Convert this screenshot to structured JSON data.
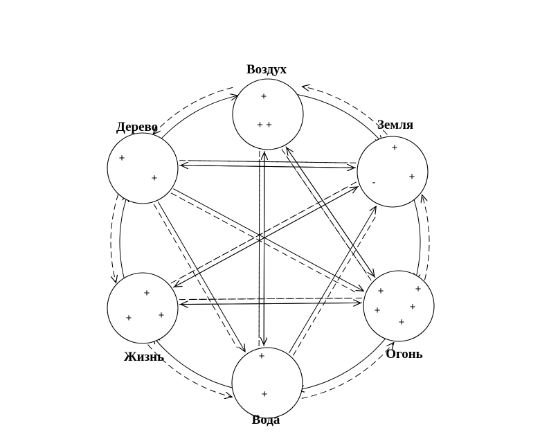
{
  "diagram": {
    "nodes": [
      {
        "id": "vozdukh",
        "label": "Воздух",
        "signs": [
          "+",
          "+ +"
        ]
      },
      {
        "id": "zemlya",
        "label": "Земля",
        "signs": [
          "+",
          "-",
          "+"
        ]
      },
      {
        "id": "ogon",
        "label": "Огонь",
        "signs": [
          "+",
          "+",
          "+",
          "+",
          "+"
        ]
      },
      {
        "id": "voda",
        "label": "Вода",
        "signs": [
          "+",
          "+"
        ]
      },
      {
        "id": "zhizn",
        "label": "Жизнь",
        "signs": [
          "+",
          "+",
          "+"
        ]
      },
      {
        "id": "derevo",
        "label": "Дерево",
        "signs": [
          "+",
          "+"
        ]
      }
    ],
    "cycle_solid": [
      "vozdukh",
      "zemlya",
      "ogon",
      "voda",
      "zhizn",
      "derevo"
    ],
    "cycle_dashed": [
      "vozdukh",
      "derevo",
      "zhizn",
      "voda",
      "ogon",
      "zemlya"
    ],
    "chords": [
      {
        "from": "vozdukh",
        "to": "voda"
      },
      {
        "from": "voda",
        "to": "vozdukh"
      },
      {
        "from": "vozdukh",
        "to": "ogon"
      },
      {
        "from": "ogon",
        "to": "vozdukh"
      },
      {
        "from": "zemlya",
        "to": "derevo"
      },
      {
        "from": "derevo",
        "to": "zemlya"
      },
      {
        "from": "zemlya",
        "to": "zhizn"
      },
      {
        "from": "zhizn",
        "to": "zemlya"
      },
      {
        "from": "ogon",
        "to": "zhizn"
      },
      {
        "from": "zhizn",
        "to": "ogon"
      },
      {
        "from": "derevo",
        "to": "voda"
      },
      {
        "from": "voda",
        "to": "zemlya"
      },
      {
        "from": "derevo",
        "to": "ogon"
      }
    ]
  }
}
